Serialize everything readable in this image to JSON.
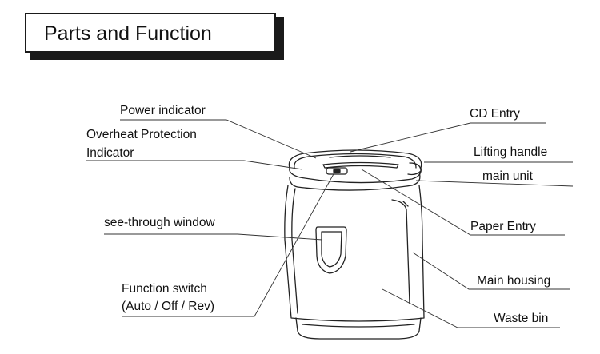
{
  "title": "Parts and Function",
  "labels": {
    "power_indicator": "Power indicator",
    "overheat_line1": "Overheat Protection",
    "overheat_line2": "Indicator",
    "see_through_window": "see-through  window",
    "function_switch_line1": "Function    switch",
    "function_switch_line2": "(Auto / Off / Rev)",
    "cd_entry": "CD Entry",
    "lifting_handle": "Lifting handle",
    "main_unit": "main unit",
    "paper_entry": "Paper  Entry",
    "main_housing": "Main housing",
    "waste_bin": "Waste bin"
  }
}
